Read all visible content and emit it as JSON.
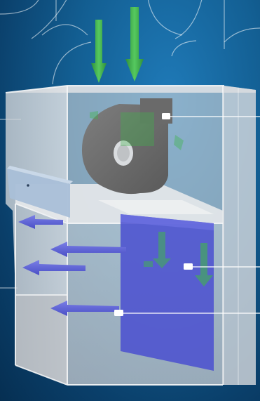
{
  "colors": {
    "background_top": "#1f7ab8",
    "background_bottom": "#062f52",
    "grid_lines": "#ffffff",
    "airflow_in": "#3fb54a",
    "airflow_out": "#5a5fd6",
    "filter_panel": "#4a4fd0",
    "blower_housing": "#6f6f6f",
    "cabinet_glass": "#d9dde2",
    "rail": "#a9bfd8",
    "callout_marker": "#ffffff"
  },
  "icons": {
    "intake": "arrow-down-icon",
    "exhaust": "arrow-left-icon",
    "callout": "square-marker-icon"
  },
  "callouts": [
    {
      "target": "blower-fan",
      "label": ""
    },
    {
      "target": "filter-panel",
      "label": ""
    },
    {
      "target": "air-outlet",
      "label": ""
    }
  ]
}
